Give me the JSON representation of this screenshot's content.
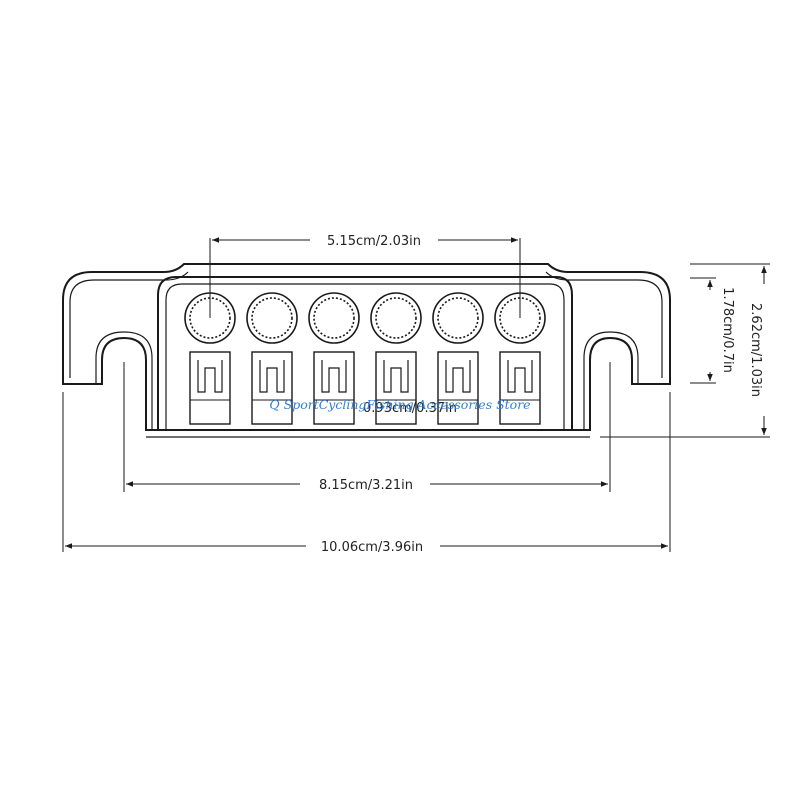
{
  "diagram": {
    "part": "6-saddle guitar bridge, front view",
    "saddle_count": 6,
    "dimensions": {
      "string_spacing": "5.15cm/2.03in",
      "saddle_width": "0.93cm/0.37in",
      "mount_hole_spacing": "8.15cm/3.21in",
      "overall_length": "10.06cm/3.96in",
      "saddle_height": "1.78cm/0.7in",
      "overall_height": "2.62cm/1.03in"
    },
    "watermark": "Q SportCyclingFishing Accessories Store",
    "colors": {
      "line": "#1a1a1a",
      "text": "#222222",
      "watermark": "#2f7fd6",
      "background": "#ffffff"
    }
  }
}
